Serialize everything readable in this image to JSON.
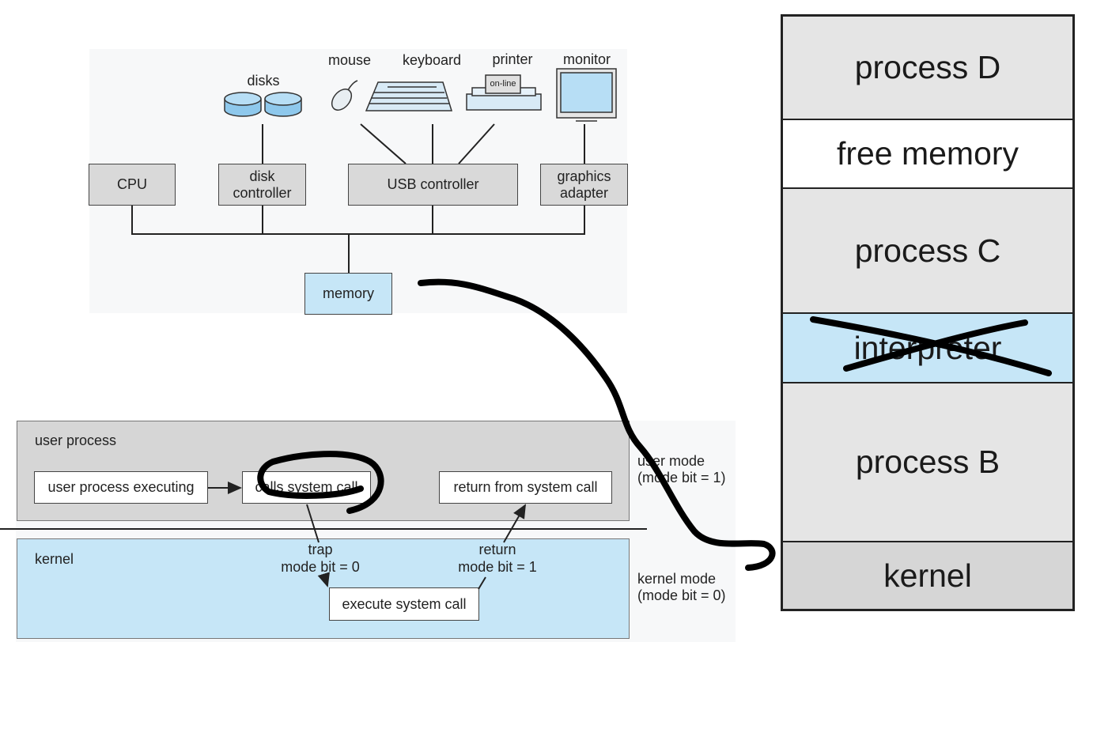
{
  "hardware": {
    "devices": {
      "disks": "disks",
      "mouse": "mouse",
      "keyboard": "keyboard",
      "printer": "printer",
      "printer_status": "on-line",
      "monitor": "monitor"
    },
    "controllers": {
      "cpu": "CPU",
      "disk_controller_line1": "disk",
      "disk_controller_line2": "controller",
      "usb_controller": "USB controller",
      "graphics_adapter_line1": "graphics",
      "graphics_adapter_line2": "adapter"
    },
    "memory": "memory"
  },
  "mode_transition": {
    "user_process": "user process",
    "user_process_executing": "user process executing",
    "calls_system_call": "calls system call",
    "return_from_system_call": "return from system call",
    "user_mode_line1": "user mode",
    "user_mode_line2": "(mode bit = 1)",
    "kernel": "kernel",
    "trap_line1": "trap",
    "trap_line2": "mode bit = 0",
    "return_line1": "return",
    "return_line2": "mode bit = 1",
    "execute_system_call": "execute system call",
    "kernel_mode_line1": "kernel mode",
    "kernel_mode_line2": "(mode bit = 0)"
  },
  "memory_layout": {
    "regions": [
      {
        "label": "process D",
        "color": "#e5e5e5"
      },
      {
        "label": "free memory",
        "color": "#ffffff"
      },
      {
        "label": "process C",
        "color": "#e5e5e5"
      },
      {
        "label": "interpreter",
        "color": "#c6e6f7",
        "crossed_out": true
      },
      {
        "label": "process B",
        "color": "#e5e5e5"
      },
      {
        "label": "kernel",
        "color": "#d6d6d6"
      }
    ]
  },
  "colors": {
    "box_gray": "#d9d9d9",
    "box_blue": "#c6e6f7",
    "ink": "#000000"
  }
}
